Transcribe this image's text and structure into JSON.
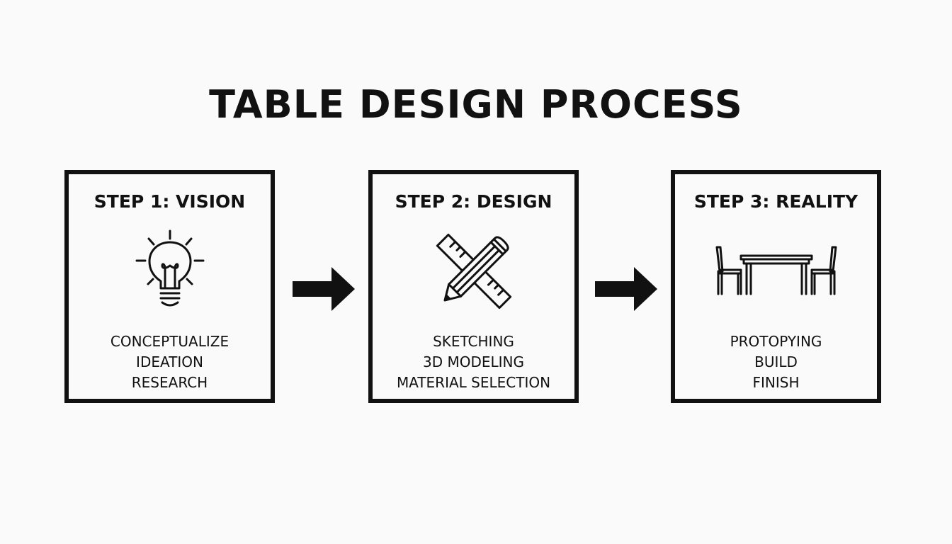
{
  "title": "TABLE DESIGN PROCESS",
  "steps": [
    {
      "title": "STEP 1: VISION",
      "icon": "lightbulb-icon",
      "items": [
        "CONCEPTUALIZE",
        "IDEATION",
        "RESEARCH"
      ]
    },
    {
      "title": "STEP 2: DESIGN",
      "icon": "pencil-ruler-icon",
      "items": [
        "SKETCHING",
        "3D MODELING",
        "MATERIAL SELECTION"
      ]
    },
    {
      "title": "STEP 3: REALITY",
      "icon": "table-chairs-icon",
      "items": [
        "PROTOPYING",
        "BUILD",
        "FINISH"
      ]
    }
  ],
  "connectors": [
    "arrow-right-icon",
    "arrow-right-icon"
  ],
  "colors": {
    "background": "#fafafa",
    "ink": "#111111"
  }
}
